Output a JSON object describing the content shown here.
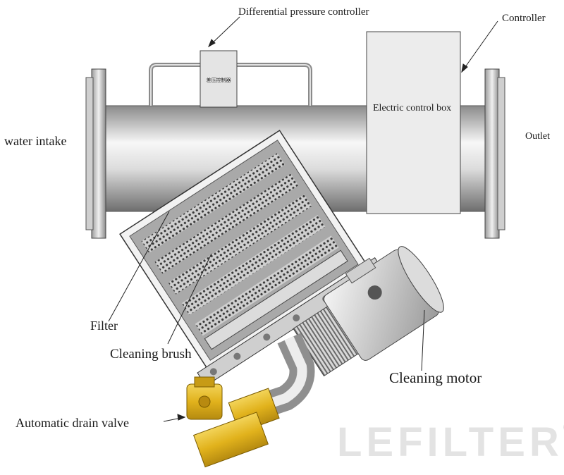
{
  "labels": {
    "differential_pressure_controller": "Differential pressure controller",
    "controller": "Controller",
    "electric_control_box": "Electric control box",
    "water_intake": "water intake",
    "outlet": "Outlet",
    "filter": "Filter",
    "cleaning_brush": "Cleaning brush",
    "cleaning_motor": "Cleaning motor",
    "automatic_drain_valve": "Automatic drain valve",
    "dp_plate_text": "差压控制器"
  },
  "watermark": {
    "text": "LEFILTER",
    "mark": "®"
  },
  "colors": {
    "pipe_light": "#f4f4f4",
    "pipe_dark": "#7a7a7a",
    "valve": "#e6c02a",
    "box": "#e9e9e9"
  }
}
